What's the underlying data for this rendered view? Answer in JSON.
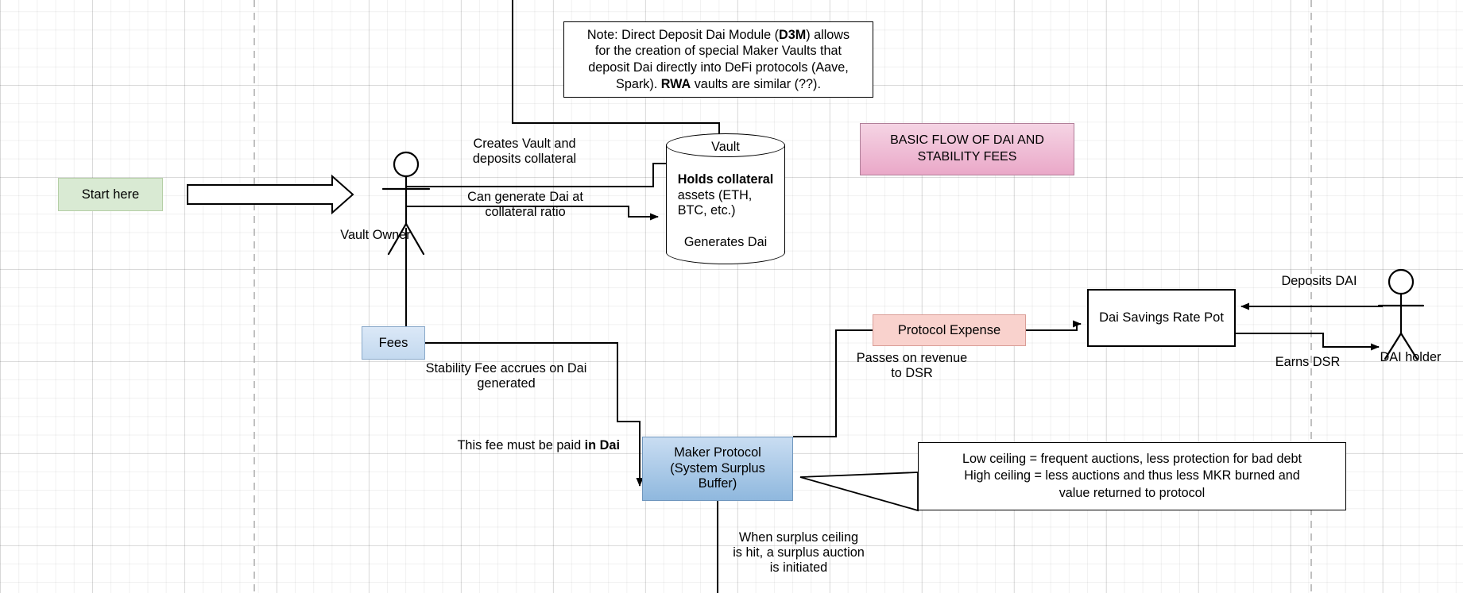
{
  "diagram": {
    "title_box": {
      "text": "BASIC FLOW OF DAI AND STABILITY FEES",
      "fill_top": "#f5d4e4",
      "fill_bottom": "#eaa8c8"
    },
    "nodes": {
      "start_here": {
        "label": "Start here",
        "fill": "#d9ead3"
      },
      "vault_owner": {
        "label": "Vault Owner",
        "type": "actor"
      },
      "vault": {
        "title": "Vault",
        "line1_bold": "Holds collateral",
        "line2": "assets (ETH,",
        "line3": "BTC, etc.)",
        "line4": "Generates Dai",
        "type": "cylinder"
      },
      "fees": {
        "label": "Fees",
        "fill": "#c3d9ef"
      },
      "maker_protocol": {
        "line1": "Maker Protocol",
        "line2": "(System Surplus",
        "line3": "Buffer)",
        "fill": "#8fb8de"
      },
      "protocol_expense": {
        "label": "Protocol Expense",
        "fill": "#f9d2cd"
      },
      "dsr_pot": {
        "label": "Dai Savings Rate Pot",
        "fill": "#ffffff"
      },
      "dai_holder": {
        "label": "DAI holder",
        "type": "actor"
      }
    },
    "notes": {
      "d3m_note": {
        "line1_a": "Note: Direct Deposit Dai Module (",
        "line1_bold": "D3M",
        "line1_b": ") allows",
        "line2": "for the creation of special Maker Vaults that",
        "line3": "deposit Dai directly into DeFi protocols (Aave,",
        "line4_a": "Spark). ",
        "line4_bold": "RWA",
        "line4_b": " vaults are similar (??)."
      },
      "ceiling_callout": {
        "line1": "Low ceiling = frequent auctions, less protection for bad debt",
        "line2": "High ceiling = less auctions and thus less MKR burned and",
        "line3": "value returned to protocol"
      }
    },
    "edge_labels": {
      "creates_vault": "Creates Vault and\ndeposits collateral",
      "can_generate": "Can generate Dai at\ncollateral ratio",
      "stability_fee": "Stability Fee accrues on Dai\ngenerated",
      "this_fee_a": "This fee must be paid ",
      "this_fee_bold": "in Dai",
      "passes_revenue": "Passes on revenue\nto DSR",
      "deposits_dai": "Deposits DAI",
      "earns_dsr": "Earns DSR",
      "surplus_auction": "When surplus ceiling\nis hit, a surplus auction\nis initiated"
    }
  }
}
